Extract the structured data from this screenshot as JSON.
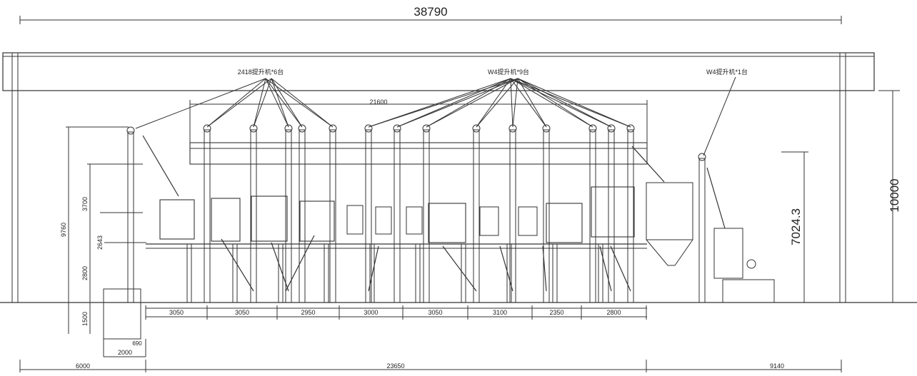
{
  "overall_width": "38790",
  "right_height": "10000",
  "hopper_height": "7024.3",
  "left_heights": {
    "total": "9760",
    "upper": "3700",
    "mid": "2643",
    "lower": "2800",
    "base": "1500"
  },
  "bottom_dims": {
    "left": "6000",
    "middle": "23650",
    "right": "9140",
    "pit_width": "2000",
    "pit_small": "690"
  },
  "labels": {
    "elevator_group_left": "2418提升机*6台",
    "elevator_group_mid": "W4提升机*9台",
    "elevator_group_right": "W4提升机*1台",
    "platform_span": "21600"
  },
  "bay_spacing": [
    "3050",
    "3050",
    "2950",
    "3000",
    "3050",
    "3100",
    "2350",
    "2800"
  ]
}
